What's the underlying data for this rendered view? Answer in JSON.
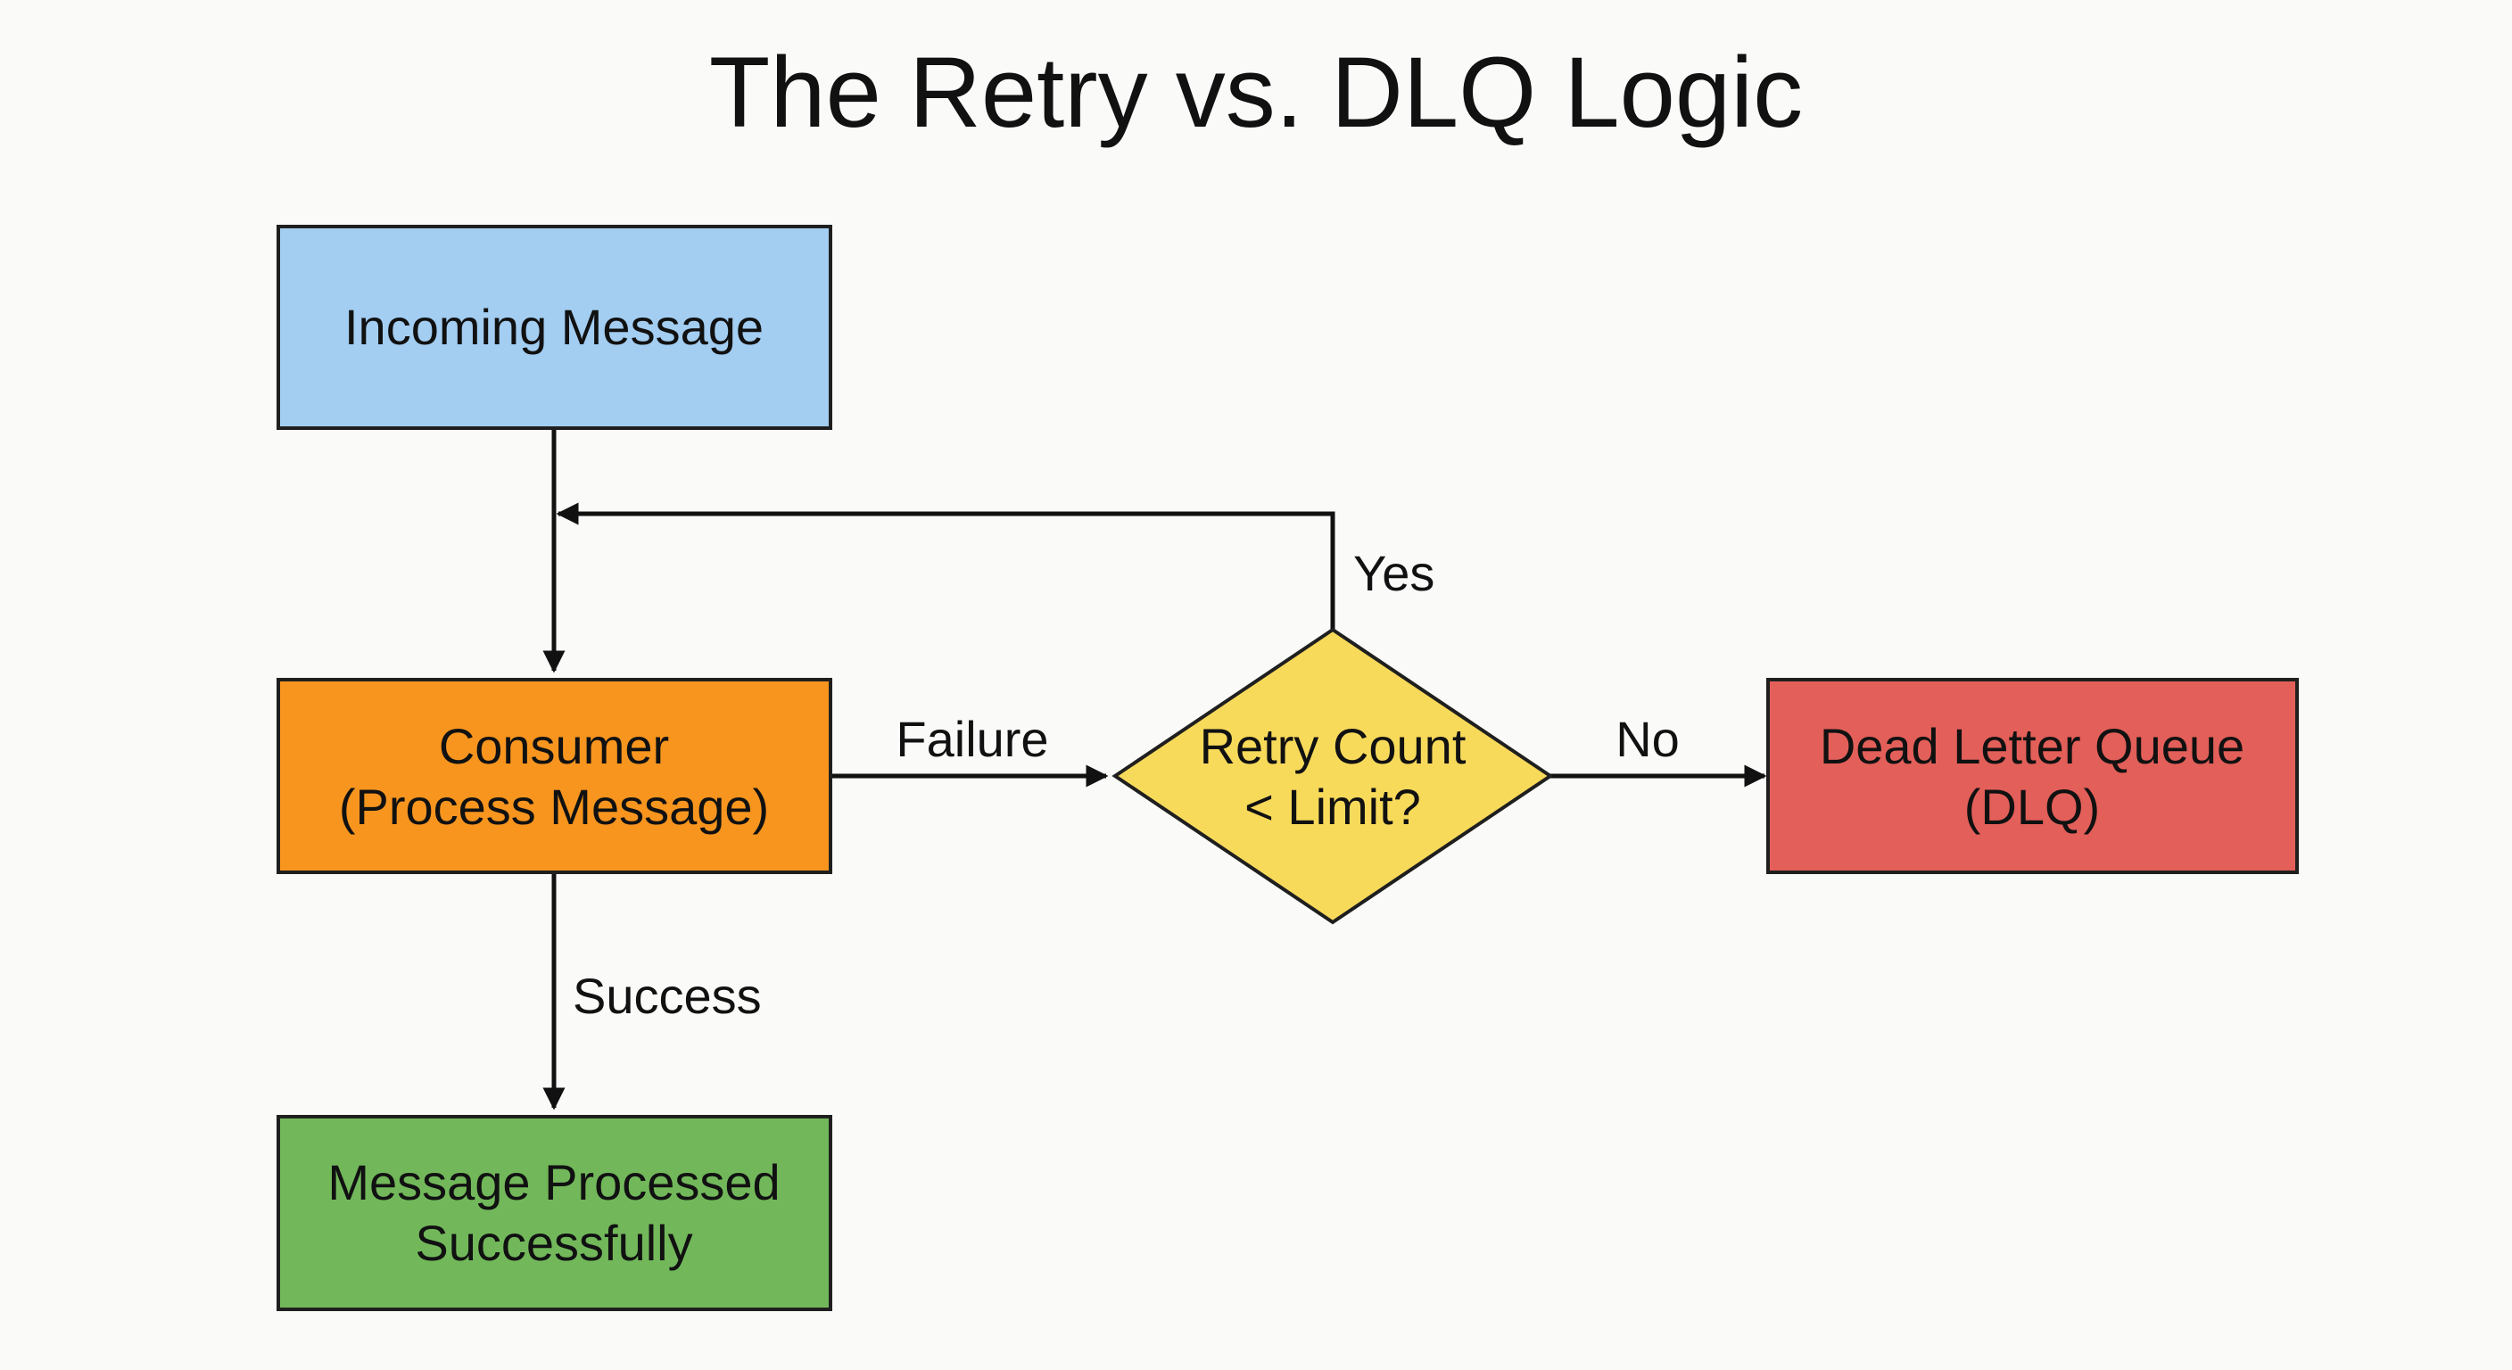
{
  "title": "The Retry vs. DLQ Logic",
  "colors": {
    "incoming": "#a3cdf1",
    "consumer": "#f7951f",
    "decision": "#f8da5b",
    "dlq": "#e35f59",
    "success": "#72b85b",
    "stroke": "#1f1f1f",
    "background": "#fafaf9"
  },
  "nodes": {
    "incoming": {
      "line1": "Incoming Message"
    },
    "consumer": {
      "line1": "Consumer",
      "line2": "(Process Message)"
    },
    "decision": {
      "line1": "Retry Count",
      "line2": "< Limit?"
    },
    "dlq": {
      "line1": "Dead Letter Queue",
      "line2": "(DLQ)"
    },
    "success": {
      "line1": "Message Processed",
      "line2": "Successfully"
    }
  },
  "edges": {
    "failure": "Failure",
    "yes": "Yes",
    "no": "No",
    "success": "Success"
  }
}
